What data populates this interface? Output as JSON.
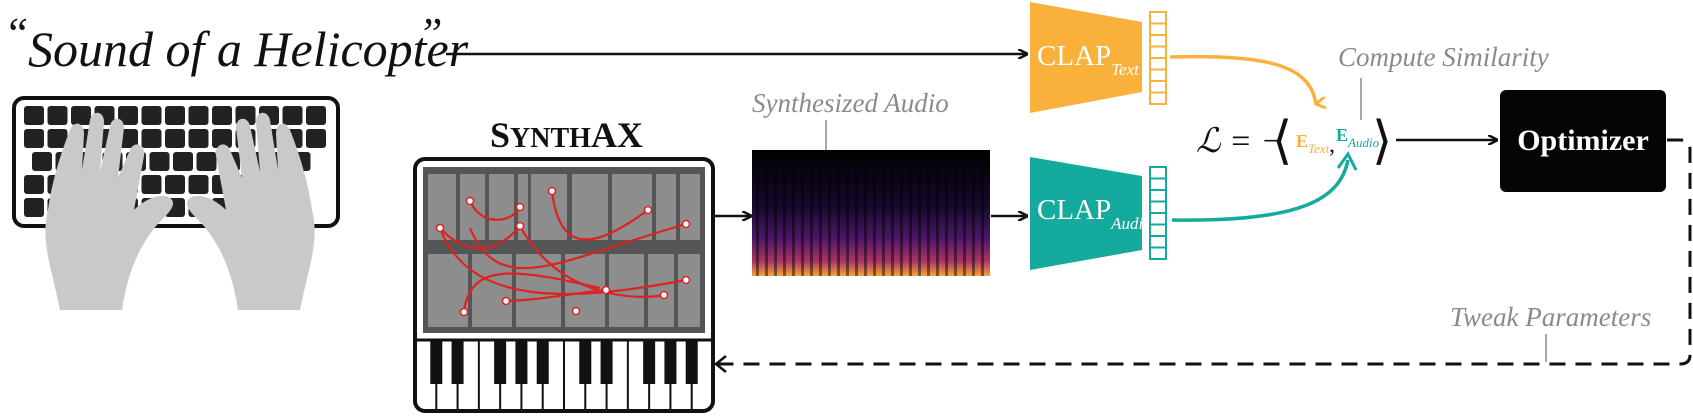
{
  "prompt": {
    "open_quote": "“",
    "text": "Sound of a Helicopter",
    "close_quote": "”"
  },
  "synth": {
    "title_big": "S",
    "title_small": "YNTH",
    "title_tail": "AX"
  },
  "spectrogram": {
    "label": "Synthesized Audio"
  },
  "clap_text": {
    "label": "CLAP",
    "subscript": "Text",
    "color": "#f9b13c"
  },
  "clap_audio": {
    "label": "CLAP",
    "subscript": "Audio",
    "color": "#14aa9d"
  },
  "similarity": {
    "label": "Compute Similarity"
  },
  "loss": {
    "lhs": "ℒ = −",
    "e_text": "E",
    "e_text_sub": "Text",
    "comma": ",",
    "e_audio": "E",
    "e_audio_sub": "Audio"
  },
  "optimizer": {
    "label": "Optimizer"
  },
  "feedback": {
    "label": "Tweak Parameters"
  },
  "colors": {
    "text_branch": "#f9b13c",
    "audio_branch": "#14aa9d",
    "ink": "#111111",
    "gray_label": "#8a8a8a"
  }
}
